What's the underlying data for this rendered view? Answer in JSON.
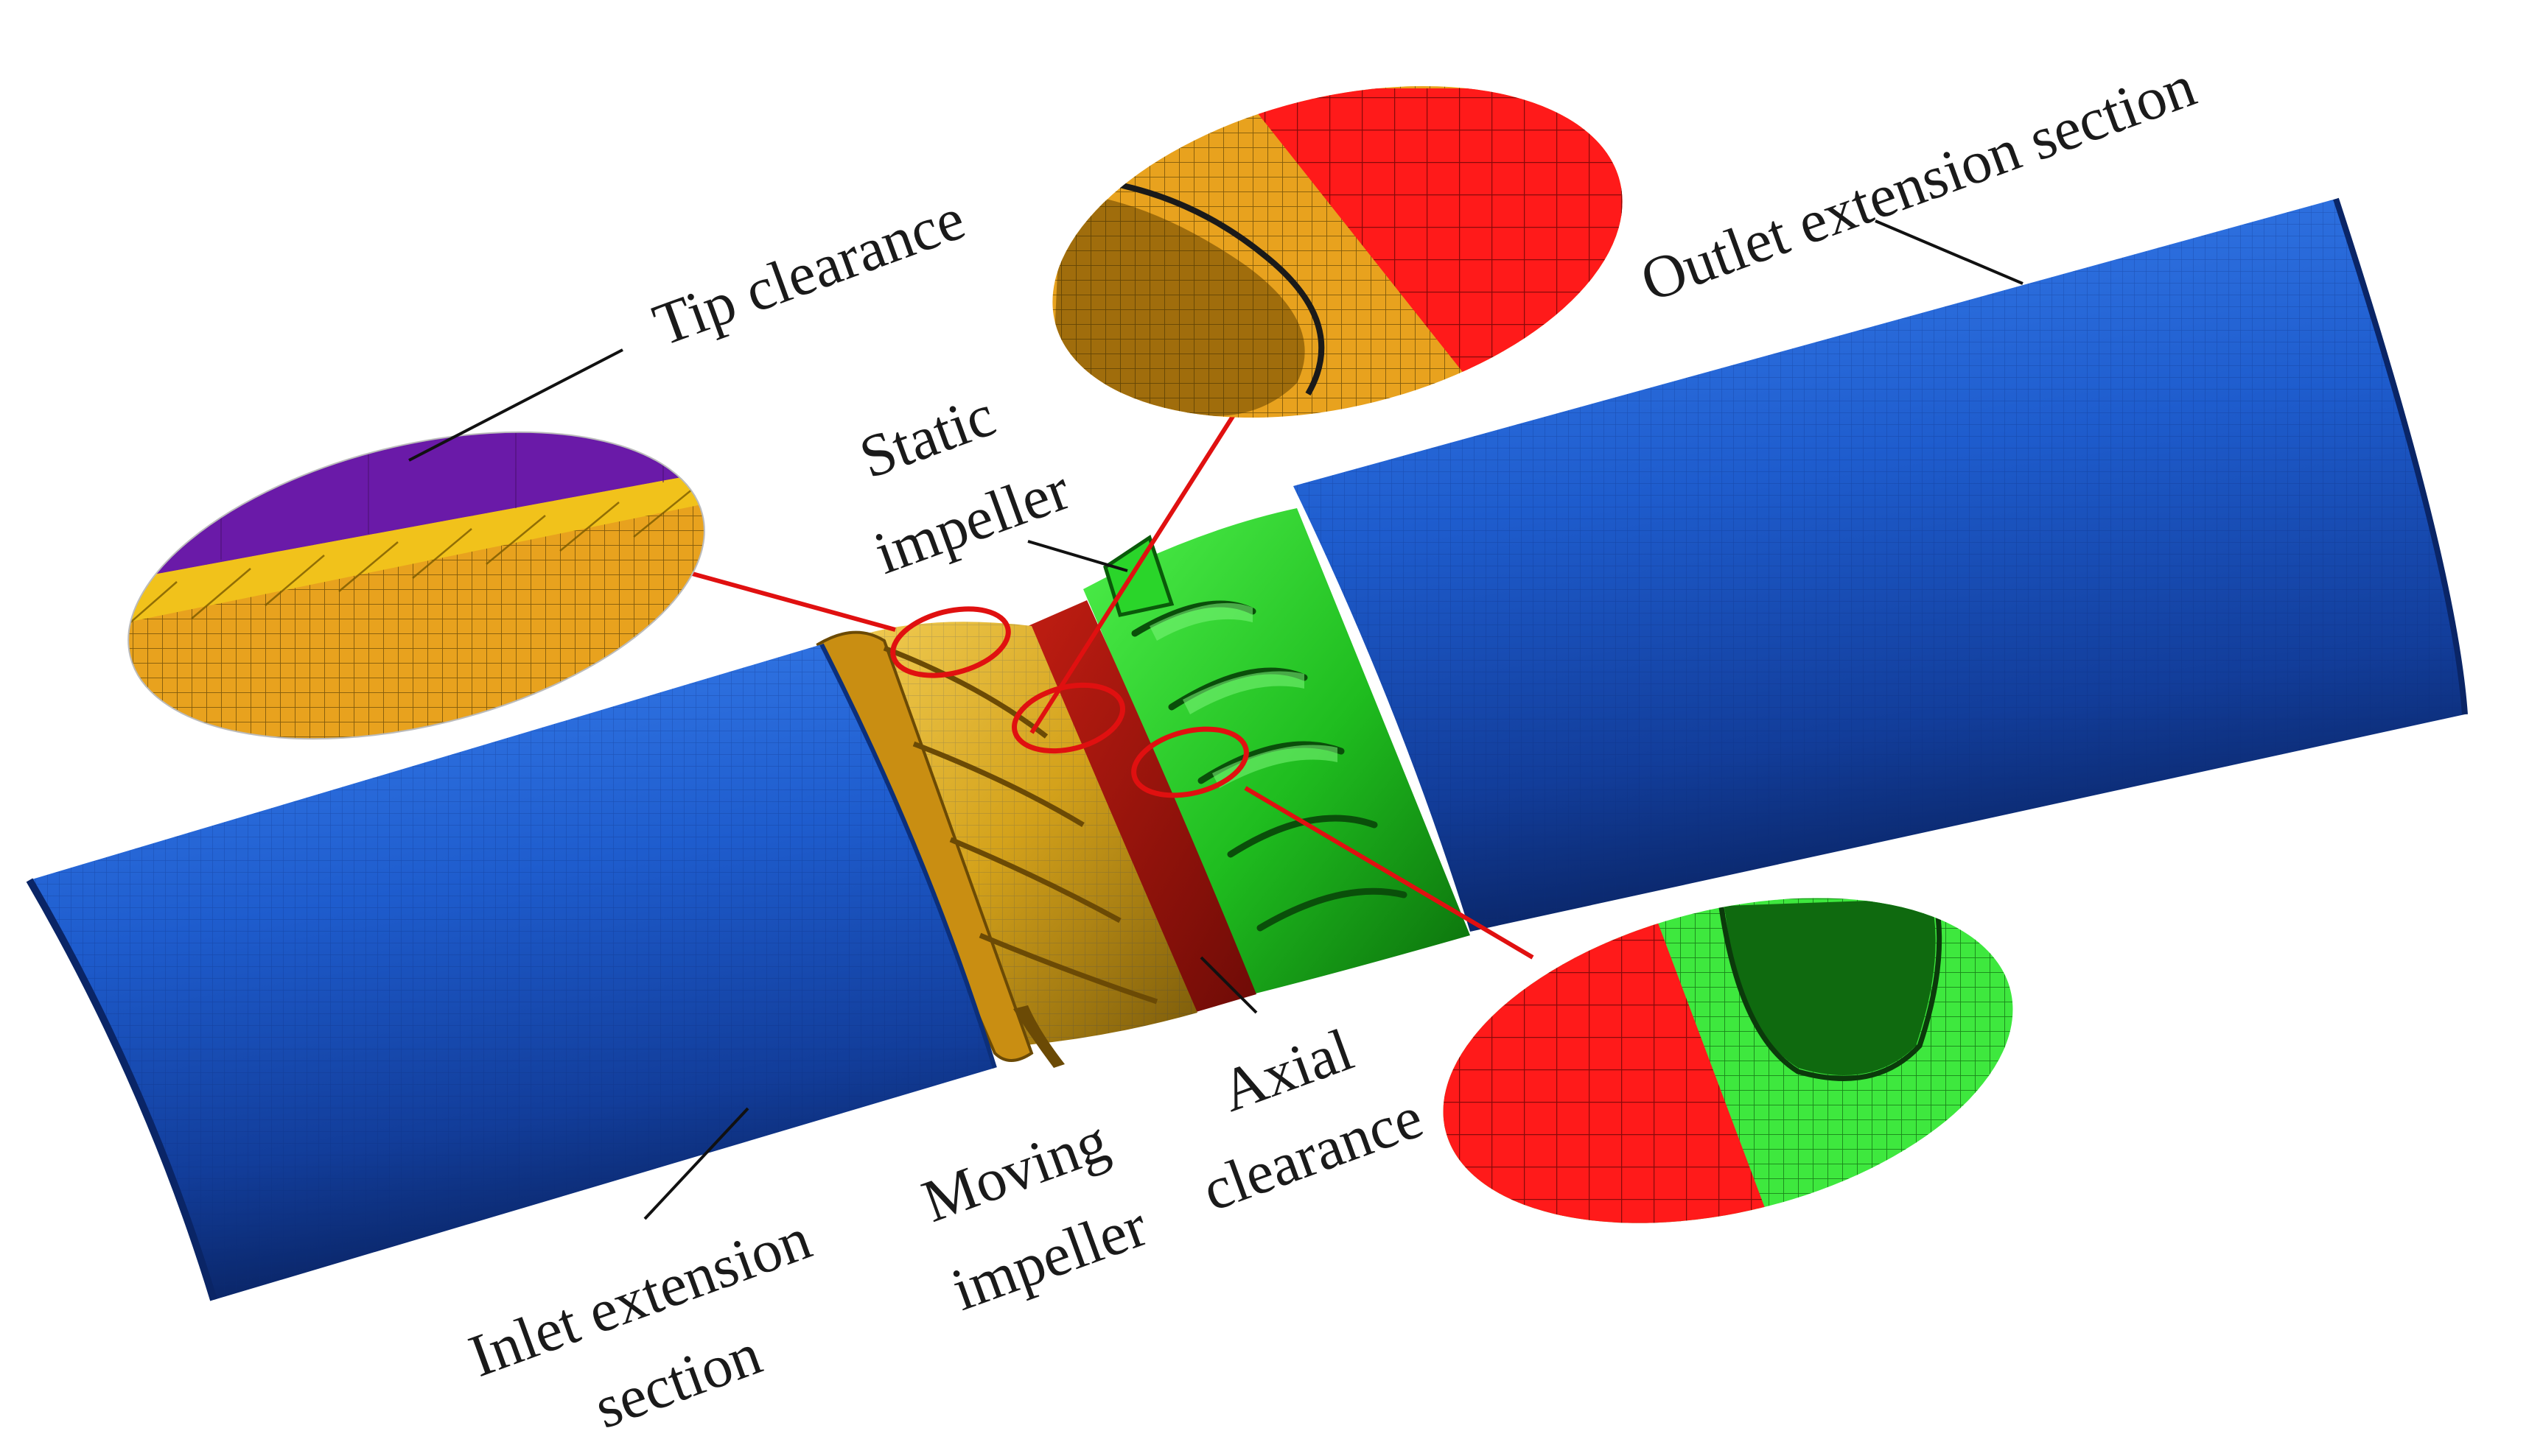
{
  "labels": {
    "tip_clearance": "Tip clearance",
    "static_impeller_1": "Static",
    "static_impeller_2": "impeller",
    "outlet_extension": "Outlet extension section",
    "moving_impeller_1": "Moving",
    "moving_impeller_2": "impeller",
    "axial_clearance_1": "Axial",
    "axial_clearance_2": "clearance",
    "inlet_extension_1": "Inlet extension",
    "inlet_extension_2": "section"
  },
  "colors": {
    "pipe_blue": "#1f5fd0",
    "pipe_dark": "#0a2a6e",
    "moving_impeller": "#d9a51c",
    "rotor_stator_interface": "#a8150f",
    "static_impeller": "#22c321",
    "tip_clearance": "#6a1aa8",
    "mesh_red": "#ff1a1a",
    "mesh_orange": "#e8a21e",
    "mesh_green": "#3ee83e",
    "callout_line": "#e01010"
  }
}
